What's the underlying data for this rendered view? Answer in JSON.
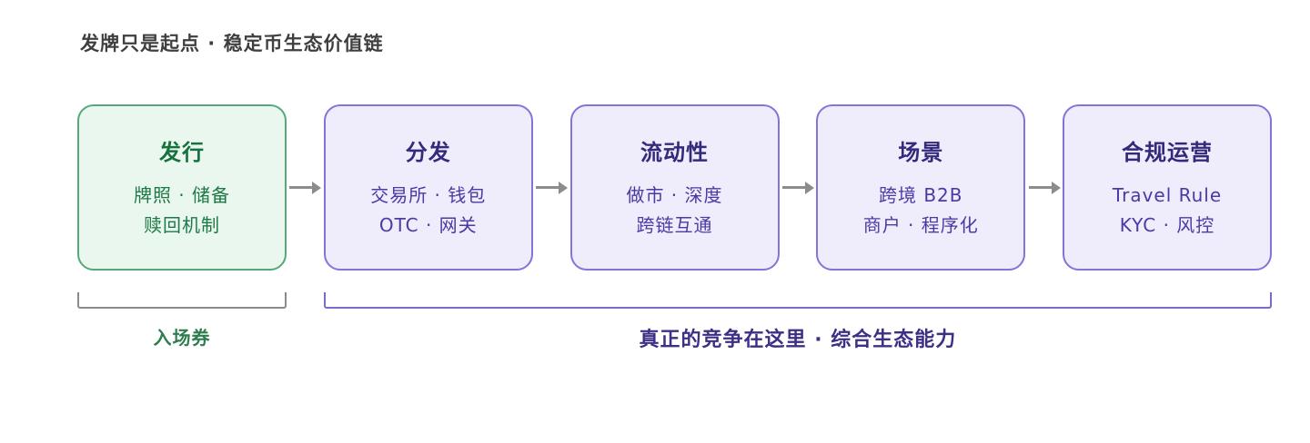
{
  "title": "发牌只是起点 · 稳定币生态价值链",
  "stages": [
    {
      "title": "发行",
      "lines": [
        "牌照 · 储备",
        "赎回机制"
      ]
    },
    {
      "title": "分发",
      "lines": [
        "交易所 · 钱包",
        "OTC · 网关"
      ]
    },
    {
      "title": "流动性",
      "lines": [
        "做市 · 深度",
        "跨链互通"
      ]
    },
    {
      "title": "场景",
      "lines": [
        "跨境 B2B",
        "商户 · 程序化"
      ]
    },
    {
      "title": "合规运营",
      "lines": [
        "Travel Rule",
        "KYC · 风控"
      ]
    }
  ],
  "brackets": {
    "entry": "入场券",
    "competition": "真正的竞争在这里 · 综合生态能力"
  },
  "icons": {
    "connector": "arrow-right"
  },
  "colors": {
    "issuance_fill": "#e9f7ee",
    "issuance_border": "#55a878",
    "issuance_title_text": "#17713f",
    "issuance_text": "#1d7a46",
    "stage_fill": "#efecfc",
    "stage_border": "#8673d9",
    "stage_title_text": "#342a7c",
    "stage_text": "#4a3aa6",
    "arrow": "#8c8c8c",
    "entry_bracket": "#8a8a8a",
    "entry_label_text": "#2e7d4f",
    "competition_bracket": "#7b68d1",
    "competition_label_text": "#3c2f85",
    "page_title_text": "#3f3f3f",
    "background": "#ffffff"
  }
}
